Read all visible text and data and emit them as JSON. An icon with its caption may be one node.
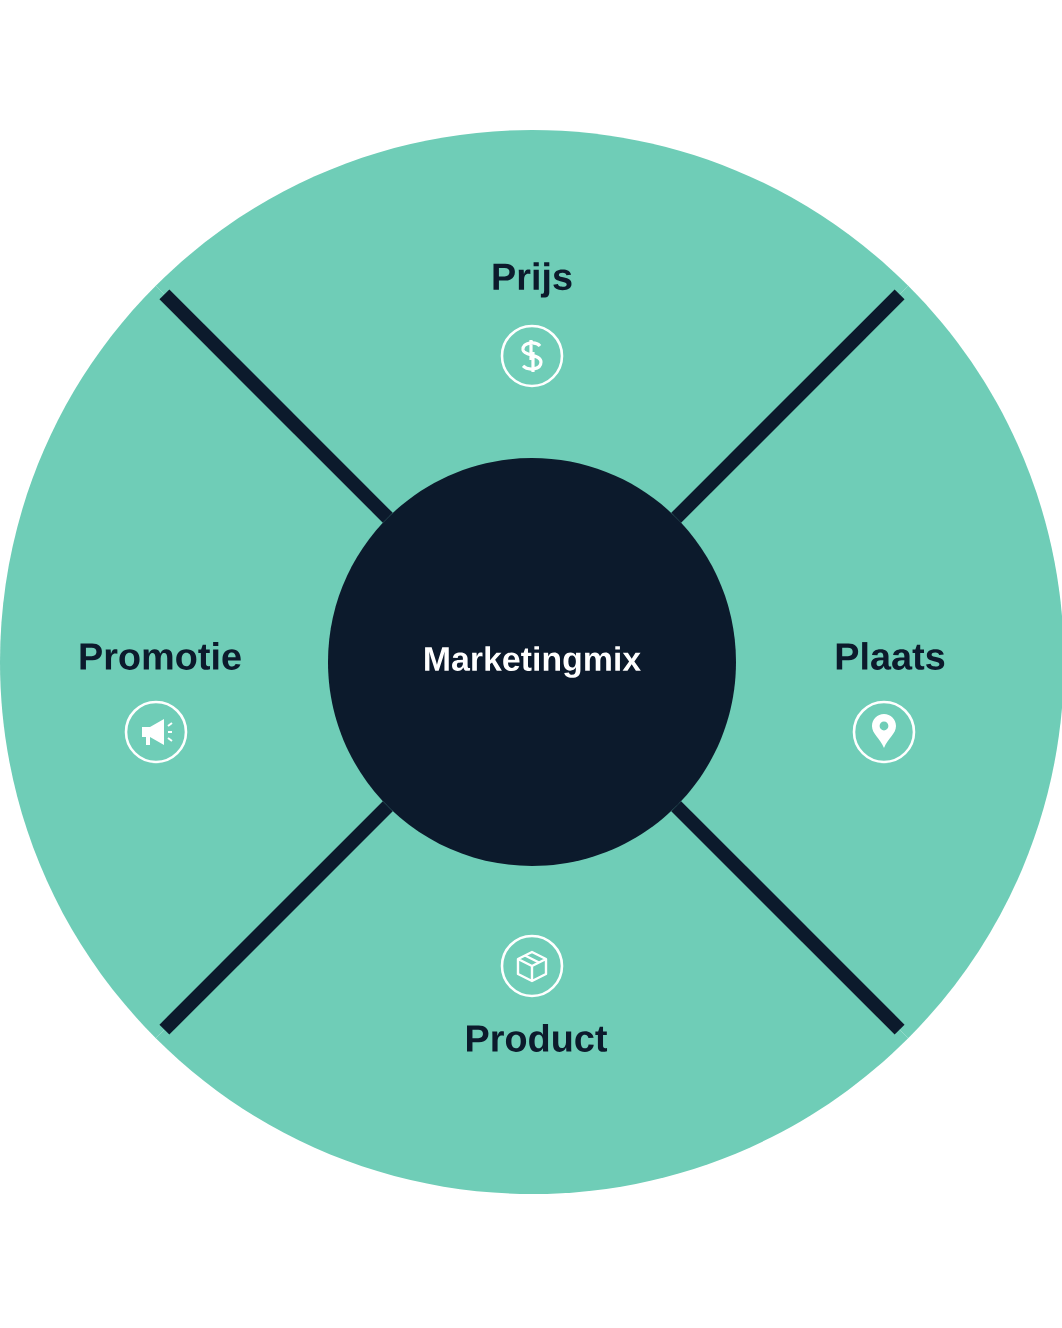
{
  "diagram": {
    "nodes": [
      {
        "text": [
          "Prijs"
        ]
      },
      {
        "text": [
          "Promotie"
        ]
      },
      {
        "text": [
          "Marketingmix"
        ]
      },
      {
        "text": [
          "Plaats"
        ]
      },
      {
        "text": [
          "Product"
        ]
      }
    ]
  }
}
